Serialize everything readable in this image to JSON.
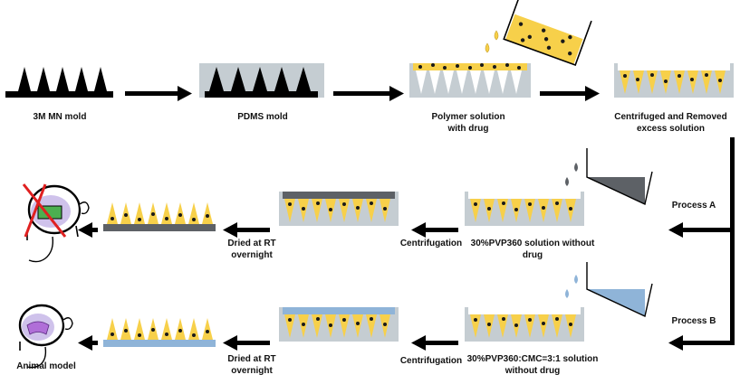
{
  "row1": {
    "mold_3m": "3M MN mold",
    "pdms": "PDMS mold",
    "polymer_line1": "Polymer solution",
    "polymer_line2": "with drug",
    "centrifuged_line1": "Centrifuged and Removed",
    "centrifuged_line2": "excess solution"
  },
  "process_a": {
    "label": "Process A",
    "solution_line1": "30%PVP360 solution without",
    "solution_line2": "drug",
    "centrifugation": "Centrifugation",
    "dried_line1": "Dried at RT",
    "dried_line2": "overnight"
  },
  "process_b": {
    "label": "Process B",
    "solution_line1": "30%PVP360:CMC=3:1 solution",
    "solution_line2": "without drug",
    "centrifugation": "Centrifugation",
    "dried_line1": "Dried at RT",
    "dried_line2": "overnight",
    "animal_model": "Animal model"
  },
  "colors": {
    "mold_gray": "#c5cdd2",
    "drug_solution_yellow": "#f7d04a",
    "drug_dot": "#1a1a1a",
    "base_dark": "#5d6166",
    "base_blue": "#8fb4d8",
    "arrow": "#000000",
    "cross_red": "#e02020",
    "patch_green": "#4caf50",
    "patch_purple": "#b06fd8"
  }
}
